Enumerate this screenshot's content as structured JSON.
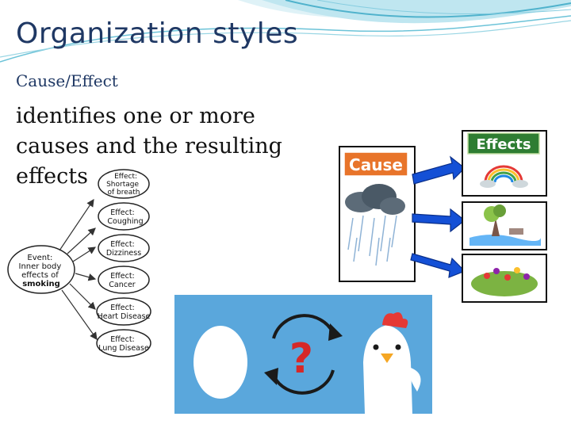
{
  "slide": {
    "title": "Organization styles",
    "subtitle": "Cause/Effect",
    "body": "identifies one or more causes and the resulting effects"
  },
  "smoking_diagram": {
    "event": [
      "Event:",
      "Inner body",
      "effects of",
      "smoking"
    ],
    "effects": [
      [
        "Effect:",
        "Shortage",
        "of breath"
      ],
      [
        "Effect:",
        "Coughing"
      ],
      [
        "Effect:",
        "Dizziness"
      ],
      [
        "Effect:",
        "Cancer"
      ],
      [
        "Effect:",
        "Heart Disease"
      ],
      [
        "Effect:",
        "Lung Disease"
      ]
    ]
  },
  "cause_effect_figure": {
    "cause_label": "Cause",
    "effects_label": "Effects",
    "colors": {
      "cause_label_bg": "#e8742a",
      "effects_label_bg": "#2e7d32",
      "arrow": "#1450d6"
    }
  },
  "egg_chicken": {
    "question_mark": "?",
    "colors": {
      "background": "#5aa7dc",
      "mark": "#d62828",
      "beak": "#f5a623",
      "comb": "#e53935"
    }
  }
}
